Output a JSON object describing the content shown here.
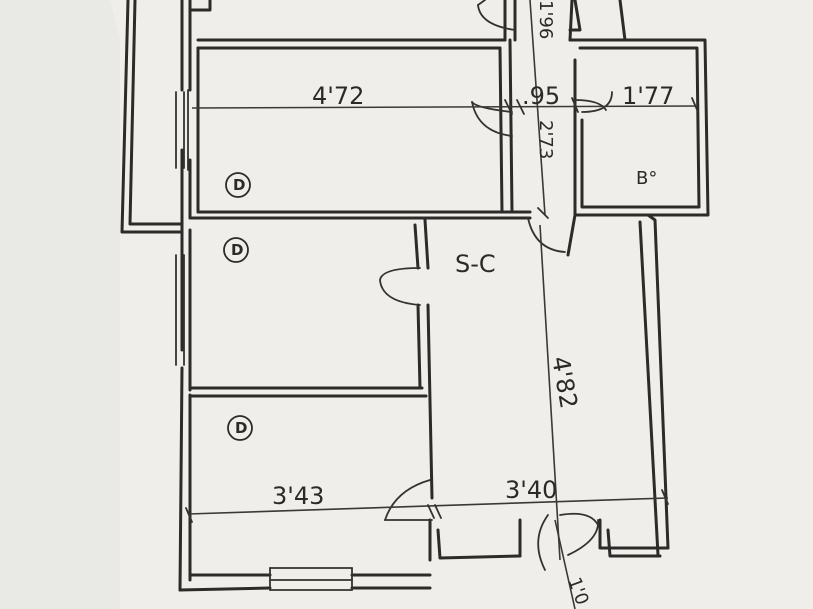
{
  "colors": {
    "paper": "#efeeea",
    "background": "#8f8f8d",
    "ink": "#2c2b29"
  },
  "labels": {
    "room_corridor": "S-C",
    "dim_top_room_width": "4'72",
    "dim_corridor_width": ".95",
    "dim_right_room_width": "1'77",
    "dim_corridor_vertical": "2'73",
    "dim_top_edge": "1'96",
    "dim_main_vertical": "4'82",
    "dim_bottom_left": "3'43",
    "dim_bottom_right": "3'40",
    "dim_bottom_edge": "1'0",
    "right_room_mark": "B°"
  },
  "badges": [
    {
      "letter": "D"
    },
    {
      "letter": "D"
    },
    {
      "letter": "D"
    }
  ]
}
